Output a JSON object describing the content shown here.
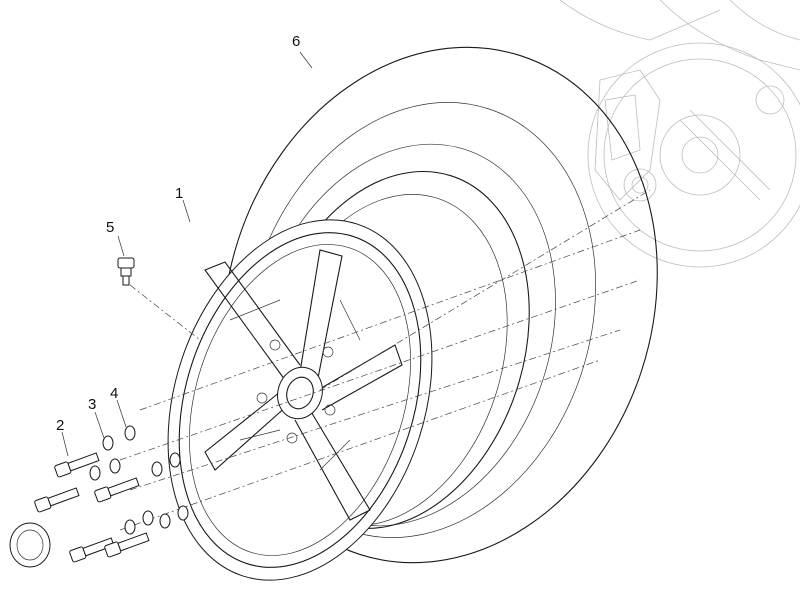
{
  "callouts": {
    "c1": "1",
    "c2": "2",
    "c3": "3",
    "c4": "4",
    "c5": "5",
    "c6": "6"
  },
  "colors": {
    "line": "#1a1a1a",
    "faint": "#bdbdbd",
    "background": "#ffffff"
  }
}
